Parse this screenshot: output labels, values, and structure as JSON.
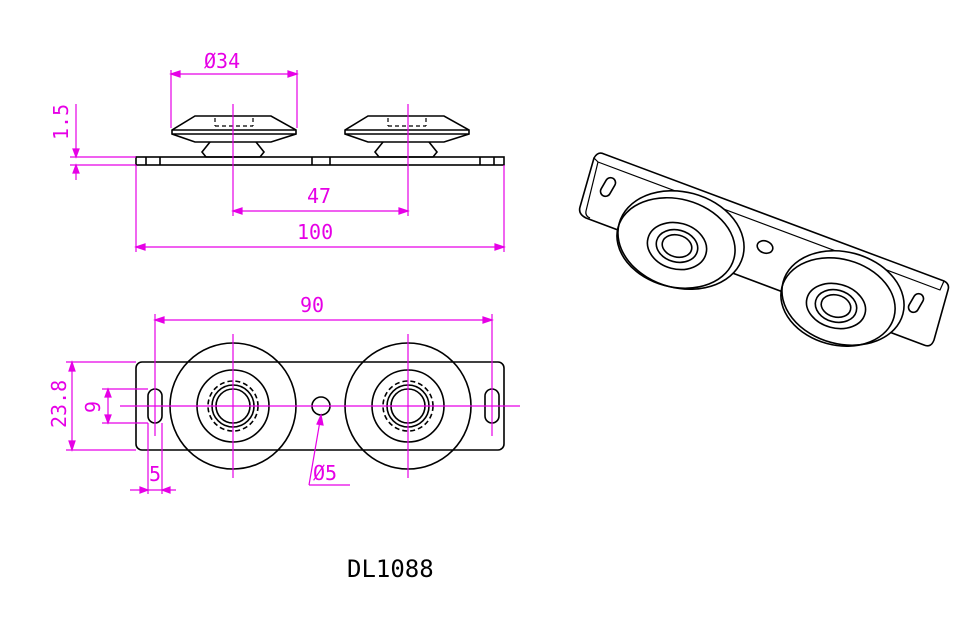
{
  "colors": {
    "outline": "#000000",
    "dimension": "#e600e6",
    "background": "#ffffff"
  },
  "dimensions": {
    "roller_diameter": "Ø34",
    "plate_thickness": "1.5",
    "roller_spacing": "47",
    "overall_length": "100",
    "hole_spacing": "90",
    "plate_height": "23.8",
    "slot_length": "9",
    "slot_offset": "5",
    "center_hole_diameter": "Ø5"
  },
  "title": "DL1088"
}
